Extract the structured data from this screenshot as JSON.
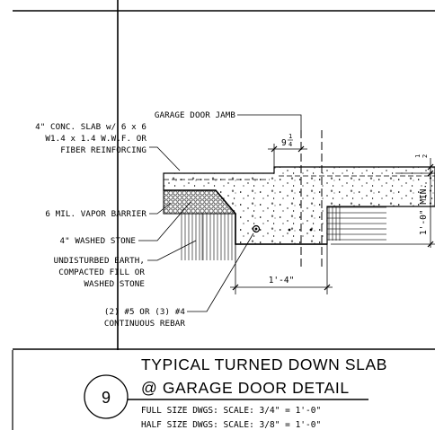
{
  "detail": {
    "number": "9",
    "title_line1": "TYPICAL TURNED DOWN SLAB",
    "title_line2": "@ GARAGE DOOR DETAIL",
    "scale_full": "FULL SIZE DWGS: SCALE: 3/4\" = 1'-0\"",
    "scale_half": "HALF SIZE DWGS: SCALE: 3/8\" = 1'-0\""
  },
  "callouts": {
    "door_jamb": "GARAGE DOOR JAMB",
    "slab_1": "4\" CONC. SLAB w/ 6 x 6",
    "slab_2": "W1.4 x 1.4 W.W.F. OR",
    "slab_3": "FIBER REINFORCING",
    "vapor": "6 MIL. VAPOR BARRIER",
    "stone": "4\" WASHED STONE",
    "earth_1": "UNDISTURBED EARTH,",
    "earth_2": "COMPACTED FILL OR",
    "earth_3": "WASHED STONE",
    "rebar_1": "(2) #5 OR (3) #4",
    "rebar_2": "CONTINUOUS REBAR"
  },
  "dimensions": {
    "jamb_offset_whole": "9",
    "jamb_offset_num": "1",
    "jamb_offset_den": "4",
    "step_num": "1",
    "step_den": "2",
    "depth": "1'-0\" MIN.",
    "width": "1'-4\""
  }
}
